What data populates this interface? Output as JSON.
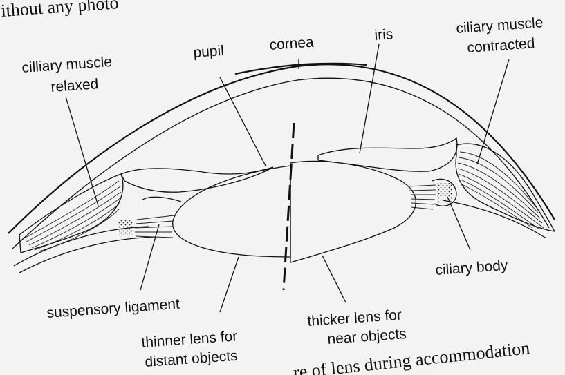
{
  "header_text": "ithout any photo",
  "caption_text": "re of lens during accommodation",
  "labels": {
    "cilliary_muscle_relaxed": [
      "cilliary muscle",
      "relaxed"
    ],
    "pupil": "pupil",
    "cornea": "cornea",
    "iris": "iris",
    "ciliary_muscle_contracted": [
      "ciliary muscle",
      "contracted"
    ],
    "ciliary_body": "ciliary body",
    "suspensory_ligament": "suspensory ligament",
    "thinner_lens": [
      "thinner lens for",
      "distant objects"
    ],
    "thicker_lens": [
      "thicker lens for",
      "near objects"
    ]
  }
}
